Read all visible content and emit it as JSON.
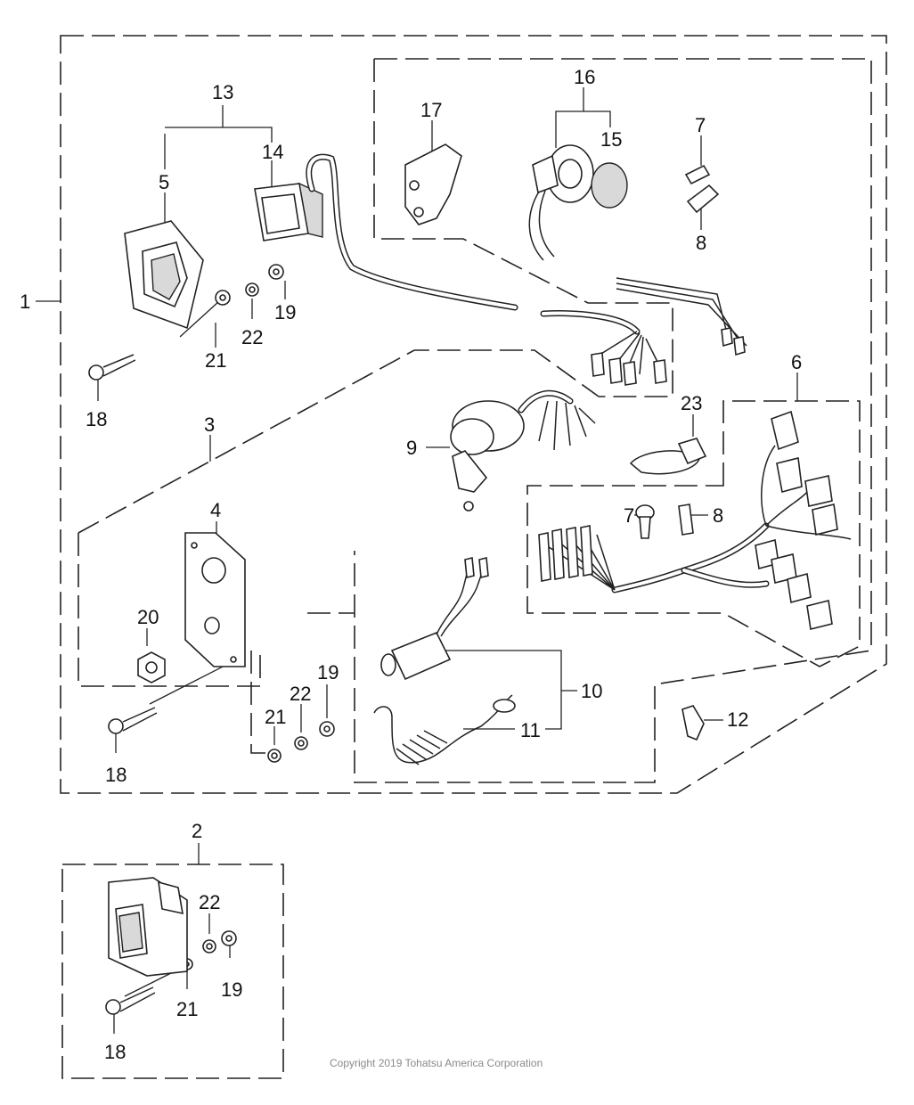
{
  "callouts": [
    {
      "id": "c1",
      "label": "1"
    },
    {
      "id": "c2",
      "label": "2"
    },
    {
      "id": "c3",
      "label": "3"
    },
    {
      "id": "c4",
      "label": "4"
    },
    {
      "id": "c5",
      "label": "5"
    },
    {
      "id": "c6",
      "label": "6"
    },
    {
      "id": "c7a",
      "label": "7"
    },
    {
      "id": "c7b",
      "label": "7"
    },
    {
      "id": "c8a",
      "label": "8"
    },
    {
      "id": "c8b",
      "label": "8"
    },
    {
      "id": "c9",
      "label": "9"
    },
    {
      "id": "c10",
      "label": "10"
    },
    {
      "id": "c11",
      "label": "11"
    },
    {
      "id": "c12",
      "label": "12"
    },
    {
      "id": "c13",
      "label": "13"
    },
    {
      "id": "c14",
      "label": "14"
    },
    {
      "id": "c15",
      "label": "15"
    },
    {
      "id": "c16",
      "label": "16"
    },
    {
      "id": "c17",
      "label": "17"
    },
    {
      "id": "c18a",
      "label": "18"
    },
    {
      "id": "c18b",
      "label": "18"
    },
    {
      "id": "c18c",
      "label": "18"
    },
    {
      "id": "c19a",
      "label": "19"
    },
    {
      "id": "c19b",
      "label": "19"
    },
    {
      "id": "c19c",
      "label": "19"
    },
    {
      "id": "c20",
      "label": "20"
    },
    {
      "id": "c21a",
      "label": "21"
    },
    {
      "id": "c21b",
      "label": "21"
    },
    {
      "id": "c21c",
      "label": "21"
    },
    {
      "id": "c22a",
      "label": "22"
    },
    {
      "id": "c22b",
      "label": "22"
    },
    {
      "id": "c22c",
      "label": "22"
    },
    {
      "id": "c23",
      "label": "23"
    }
  ],
  "copyright": "Copyright 2019 Tohatsu America Corporation"
}
